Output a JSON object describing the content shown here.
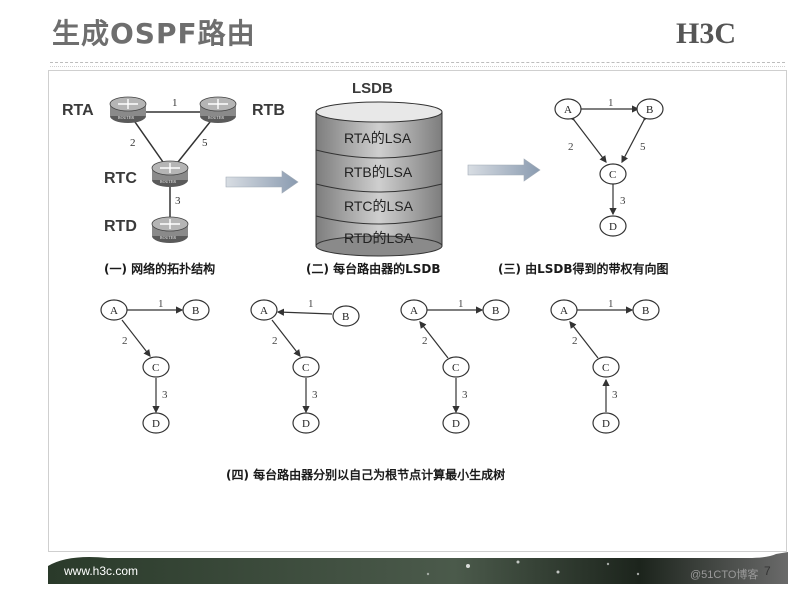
{
  "title": "生成OSPF路由",
  "logo_text": "H3C",
  "topology": {
    "routers": [
      "RTA",
      "RTB",
      "RTC",
      "RTD"
    ],
    "router_badge": "ROUTER",
    "link_costs": {
      "ab": "1",
      "ac": "2",
      "bc": "5",
      "cd": "3"
    }
  },
  "lsdb": {
    "label": "LSDB",
    "entries": [
      "RTA的LSA",
      "RTB的LSA",
      "RTC的LSA",
      "RTD的LSA"
    ]
  },
  "graph": {
    "nodes": [
      "A",
      "B",
      "C",
      "D"
    ],
    "weights": {
      "ab": "1",
      "ac": "2",
      "bc": "5",
      "cd": "3"
    }
  },
  "captions": {
    "one": "(一) 网络的拓扑结构",
    "two": "(二) 每台路由器的LSDB",
    "three": "(三) 由LSDB得到的带权有向图",
    "four": "(四) 每台路由器分别以自己为根节点计算最小生成树"
  },
  "footer": {
    "url": "www.h3c.com",
    "page": "7",
    "watermark": "@51CTO博客"
  },
  "colors": {
    "title": "#6e6e6e",
    "footer_dark": "#1e2a1e",
    "arrow": "#8a9bb0"
  }
}
